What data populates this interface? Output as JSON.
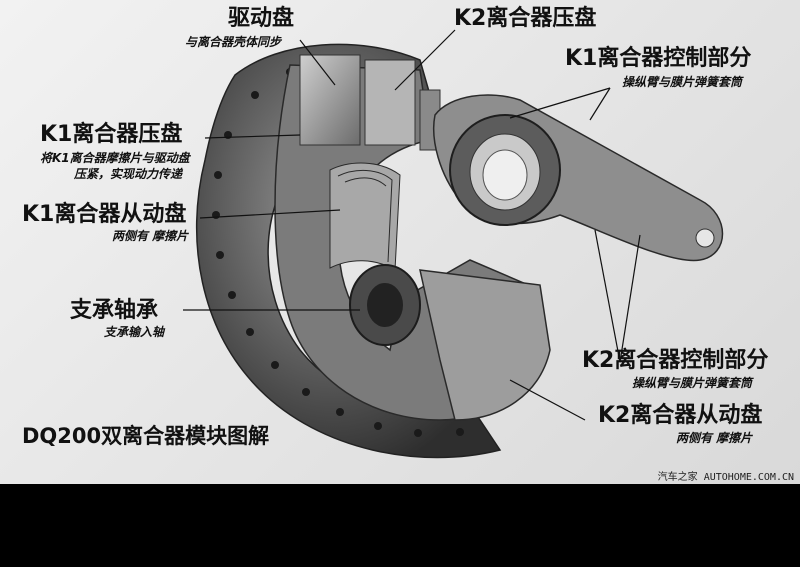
{
  "labels": {
    "drive_plate": {
      "title": "驱动盘",
      "sub": "与离合器壳体同步"
    },
    "k2_pressure_plate": {
      "title": "K2离合器压盘"
    },
    "k1_control": {
      "title": "K1离合器控制部分",
      "sub": "操纵臂与膜片弹簧套筒"
    },
    "k1_pressure_plate": {
      "title": "K1离合器压盘",
      "sub1": "将K1离合器摩擦片与驱动盘",
      "sub2": "压紧，实现动力传递"
    },
    "k1_driven_plate": {
      "title": "K1离合器从动盘",
      "sub": "两侧有 摩擦片"
    },
    "support_bearing": {
      "title": "支承轴承",
      "sub": "支承输入轴"
    },
    "k2_control": {
      "title": "K2离合器控制部分",
      "sub": "操纵臂与膜片弹簧套筒"
    },
    "k2_driven_plate": {
      "title": "K2离合器从动盘",
      "sub": "两侧有 摩擦片"
    }
  },
  "figure_title": "DQ200双离合器模块图解",
  "watermark": "汽车之家 AUTOHOME.COM.CN"
}
